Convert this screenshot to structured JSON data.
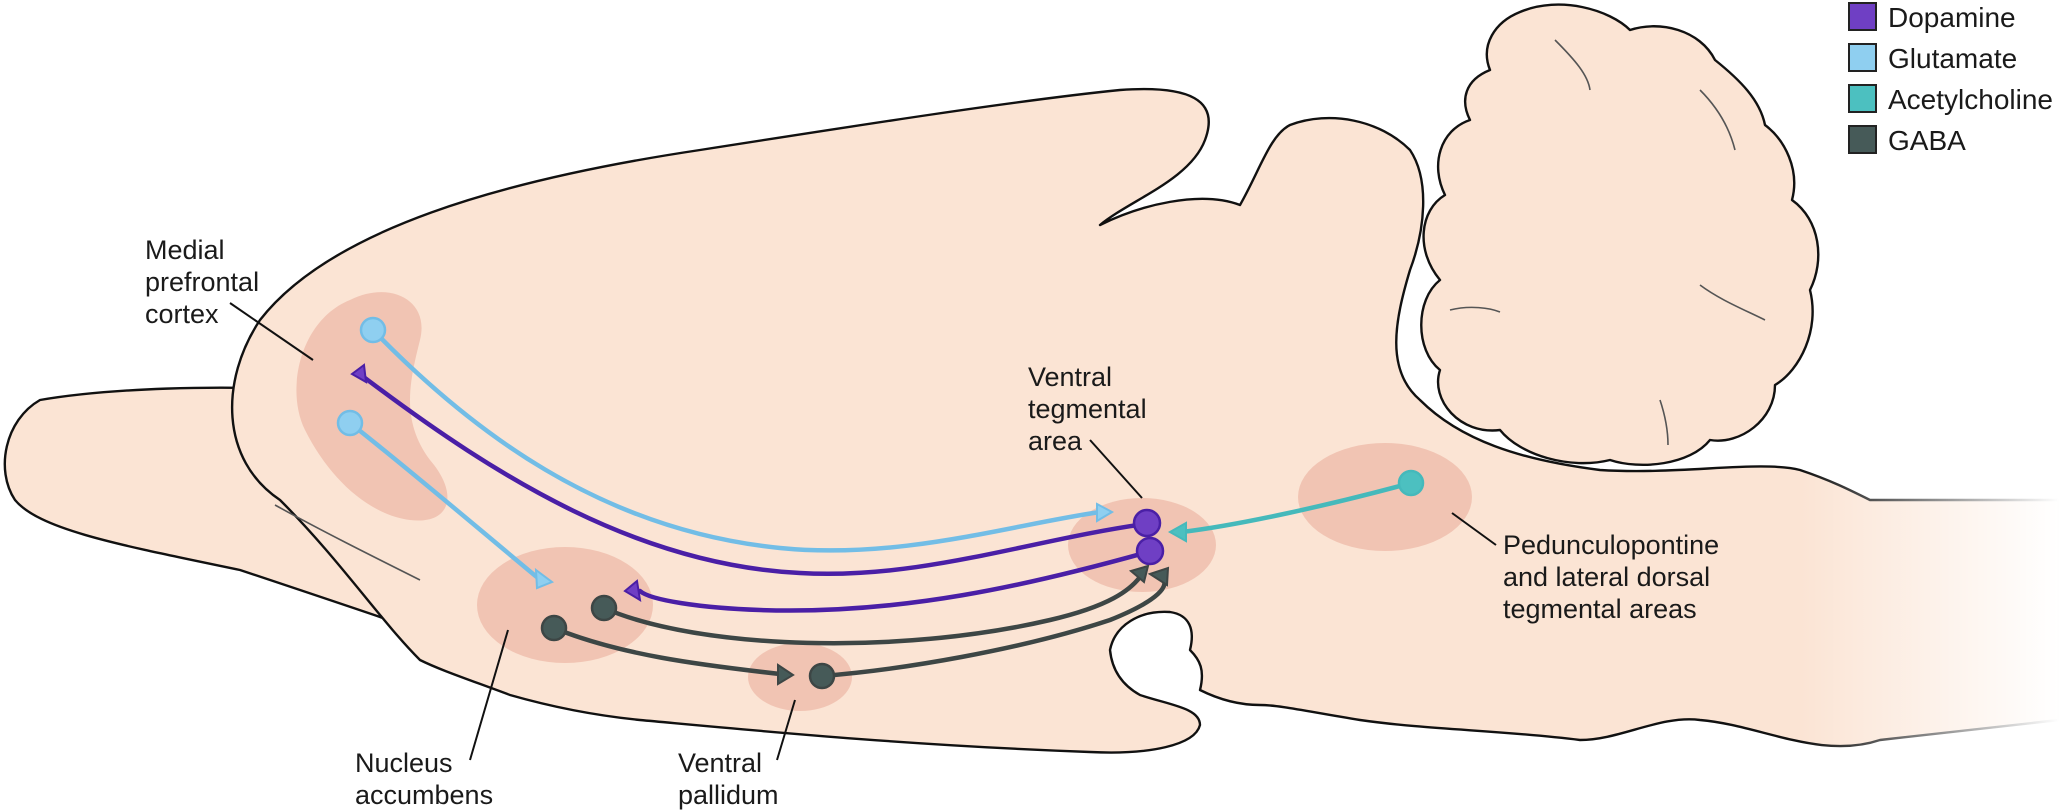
{
  "legend": {
    "items": [
      {
        "label": "Dopamine",
        "color": "#6f3fc4"
      },
      {
        "label": "Glutamate",
        "color": "#8fcff0"
      },
      {
        "label": "Acetylcholine",
        "color": "#4cc0c0"
      },
      {
        "label": "GABA",
        "color": "#465a58"
      }
    ]
  },
  "regions": {
    "mpfc": {
      "lines": [
        "Medial",
        "prefrontal",
        "cortex"
      ]
    },
    "vta": {
      "lines": [
        "Ventral",
        "tegmental",
        "area"
      ]
    },
    "nacc": {
      "lines": [
        "Nucleus",
        "accumbens"
      ]
    },
    "vp": {
      "lines": [
        "Ventral",
        "pallidum"
      ]
    },
    "ppt": {
      "lines": [
        "Pedunculopontine",
        "and lateral dorsal",
        "tegmental areas"
      ]
    }
  },
  "colors": {
    "brain_fill": "#fbe4d4",
    "region_fill": "#eeb9a8",
    "dopamine_line": "#4a1fa6",
    "glutamate_line": "#72bde6",
    "acetylcholine_line": "#45b9bb",
    "gaba_line": "#3d4645"
  }
}
